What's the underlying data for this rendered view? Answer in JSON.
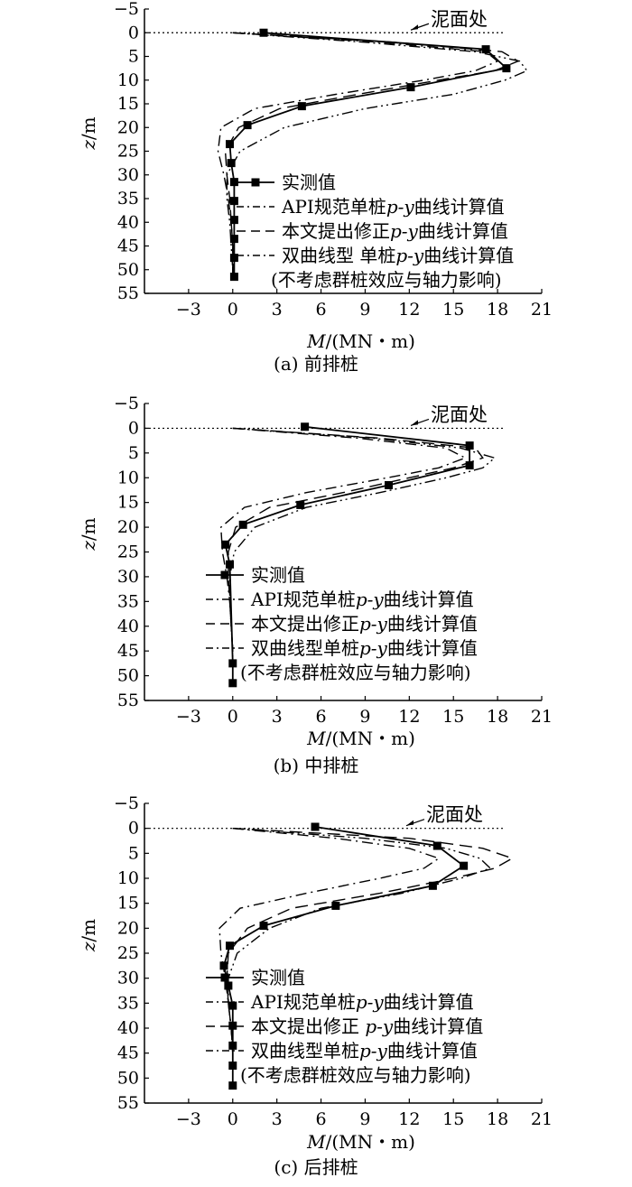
{
  "chart_data": [
    {
      "type": "line",
      "caption": "(a) 前排桩",
      "xlabel_var": "M",
      "xlabel_unit": "/(MN・m)",
      "ylabel_var": "z",
      "ylabel_unit": "/m",
      "xlim": [
        -6,
        21
      ],
      "ylim": [
        -5,
        55
      ],
      "xticks": [
        -3,
        0,
        3,
        6,
        9,
        12,
        15,
        18,
        21
      ],
      "yticks": [
        -5,
        0,
        5,
        10,
        15,
        20,
        25,
        30,
        35,
        40,
        45,
        50,
        55
      ],
      "y_inverted": true,
      "mudline": {
        "z": 0,
        "label": "泥面处"
      },
      "legend_position": "lower-center",
      "legend_note": "(不考虑群桩效应与轴力影响)",
      "series": [
        {
          "name": "实测值",
          "style": "solid-square",
          "x": [
            2.1,
            17.2,
            18.6,
            12.1,
            4.7,
            1.0,
            -0.2,
            -0.1,
            0.1,
            0.1,
            0.1,
            0.1,
            0.1,
            0.1
          ],
          "z": [
            0,
            3.5,
            7.5,
            11.5,
            15.5,
            19.5,
            23.5,
            27.5,
            31.5,
            35.5,
            39.5,
            43.5,
            47.5,
            51.5
          ]
        },
        {
          "name_pre": "API规范单桩",
          "name_var": "p-y",
          "name_post": "曲线计算值",
          "style": "dash-dot",
          "x": [
            0.0,
            10.0,
            17.2,
            18.0,
            16.5,
            13.0,
            7.0,
            1.5,
            -0.8,
            -1.0,
            -0.6,
            -0.3,
            -0.1,
            0.0,
            0.0,
            0.0
          ],
          "z": [
            0,
            2,
            4,
            6,
            8,
            10,
            13,
            16,
            20,
            25,
            30,
            35,
            40,
            45,
            50,
            52
          ]
        },
        {
          "name_pre": "本文提出修正",
          "name_var": "p-y",
          "name_post": "曲线计算值",
          "style": "dashed",
          "x": [
            0.0,
            11.0,
            18.3,
            19.4,
            17.8,
            14.0,
            8.5,
            3.2,
            0.4,
            -0.5,
            -0.4,
            -0.2,
            -0.1,
            0.0,
            0.0,
            0.0
          ],
          "z": [
            0,
            2,
            4,
            6,
            8,
            10,
            13,
            16,
            20,
            25,
            30,
            35,
            40,
            45,
            50,
            52
          ]
        },
        {
          "name_pre": "双曲线型 单桩",
          "name_var": "p-y",
          "name_post": "曲线计算值",
          "style": "dash-dot-dot",
          "x": [
            0.0,
            9.0,
            16.5,
            19.5,
            20.0,
            18.5,
            15.0,
            9.0,
            3.5,
            0.5,
            -0.4,
            -0.4,
            -0.2,
            -0.1,
            0.0,
            0.0
          ],
          "z": [
            0,
            2,
            4,
            6,
            8,
            10,
            13,
            16,
            20,
            25,
            30,
            35,
            40,
            45,
            50,
            52
          ]
        }
      ]
    },
    {
      "type": "line",
      "caption": "(b) 中排桩",
      "xlabel_var": "M",
      "xlabel_unit": "/(MN・m)",
      "ylabel_var": "z",
      "ylabel_unit": "/m",
      "xlim": [
        -6,
        21
      ],
      "ylim": [
        -5,
        55
      ],
      "xticks": [
        -3,
        0,
        3,
        6,
        9,
        12,
        15,
        18,
        21
      ],
      "yticks": [
        -5,
        0,
        5,
        10,
        15,
        20,
        25,
        30,
        35,
        40,
        45,
        50,
        55
      ],
      "y_inverted": true,
      "mudline": {
        "z": 0,
        "label": "泥面处"
      },
      "legend_position": "lower-center",
      "legend_note": "(不考虑群桩效应与轴力影响)",
      "series": [
        {
          "name": "实测值",
          "style": "solid-square",
          "x": [
            4.9,
            16.1,
            16.1,
            10.6,
            4.6,
            0.7,
            -0.5,
            -0.2,
            0.0,
            0.0
          ],
          "z": [
            -0.3,
            3.5,
            7.5,
            11.5,
            15.5,
            19.5,
            23.5,
            27.5,
            47.5,
            51.5
          ]
        },
        {
          "name_pre": "API规范单桩",
          "name_var": "p-y",
          "name_post": "曲线计算值",
          "style": "dash-dot",
          "x": [
            0.0,
            8.5,
            14.5,
            15.8,
            14.0,
            10.5,
            5.0,
            0.8,
            -0.8,
            -0.7,
            -0.4,
            -0.2,
            -0.1,
            0.0,
            0.0,
            0.0
          ],
          "z": [
            0,
            2,
            4,
            6,
            8,
            10,
            13,
            16,
            20,
            25,
            30,
            35,
            40,
            45,
            50,
            52
          ]
        },
        {
          "name_pre": "本文提出修正",
          "name_var": "p-y",
          "name_post": "曲线计算值",
          "style": "dashed",
          "x": [
            0.0,
            10.0,
            16.5,
            17.0,
            15.0,
            12.0,
            7.5,
            2.5,
            0.2,
            -0.3,
            -0.3,
            -0.2,
            -0.1,
            0.0,
            0.0,
            0.0
          ],
          "z": [
            0,
            2,
            4,
            6,
            8,
            10,
            13,
            16,
            20,
            25,
            30,
            35,
            40,
            45,
            50,
            52
          ]
        },
        {
          "name_pre": "双曲线型单桩",
          "name_var": "p-y",
          "name_post": "曲线计算值",
          "style": "dash-dot-dot",
          "x": [
            0.0,
            9.5,
            15.5,
            17.8,
            17.0,
            14.5,
            10.0,
            5.0,
            1.5,
            0.1,
            -0.2,
            -0.2,
            -0.1,
            0.0,
            0.0,
            0.0
          ],
          "z": [
            0,
            2,
            4,
            6,
            8,
            10,
            13,
            16,
            20,
            25,
            30,
            35,
            40,
            45,
            50,
            52
          ]
        }
      ]
    },
    {
      "type": "line",
      "caption": "(c) 后排桩",
      "xlabel_var": "M",
      "xlabel_unit": "/(MN・m)",
      "ylabel_var": "z",
      "ylabel_unit": "/m",
      "xlim": [
        -6,
        21
      ],
      "ylim": [
        -5,
        55
      ],
      "xticks": [
        -3,
        0,
        3,
        6,
        9,
        12,
        15,
        18,
        21
      ],
      "yticks": [
        -5,
        0,
        5,
        10,
        15,
        20,
        25,
        30,
        35,
        40,
        45,
        50,
        55
      ],
      "y_inverted": true,
      "mudline": {
        "z": 0,
        "label": "泥面处"
      },
      "legend_position": "lower-center",
      "legend_note": "(不考虑群桩效应与轴力影响)",
      "series": [
        {
          "name": "实测值",
          "style": "solid-square",
          "x": [
            5.6,
            13.9,
            15.7,
            13.6,
            7.0,
            2.1,
            -0.2,
            -0.6,
            -0.3,
            0.0,
            0.0,
            0.0,
            0.0,
            0.0
          ],
          "z": [
            -0.3,
            3.5,
            7.5,
            11.5,
            15.5,
            19.5,
            23.5,
            27.5,
            31.5,
            35.5,
            39.5,
            43.5,
            47.5,
            51.5
          ]
        },
        {
          "name_pre": "API规范单桩",
          "name_var": "p-y",
          "name_post": "曲线计算值",
          "style": "dash-dot",
          "x": [
            0.0,
            7.0,
            12.0,
            14.0,
            13.0,
            10.0,
            5.0,
            0.5,
            -0.9,
            -0.8,
            -0.5,
            -0.3,
            -0.1,
            0.0,
            0.0,
            0.0
          ],
          "z": [
            0,
            2,
            4,
            6,
            8,
            10,
            13,
            16,
            20,
            25,
            30,
            35,
            40,
            45,
            50,
            52
          ]
        },
        {
          "name_pre": "本文提出修正 ",
          "name_var": "p-y",
          "name_post": "曲线计算值",
          "style": "dashed",
          "x": [
            0.0,
            12.0,
            17.0,
            19.0,
            17.8,
            15.0,
            10.0,
            4.0,
            1.0,
            -0.3,
            -0.4,
            -0.3,
            -0.1,
            0.0,
            0.0,
            0.0
          ],
          "z": [
            0,
            2,
            4,
            6,
            8,
            10,
            13,
            16,
            20,
            25,
            30,
            35,
            40,
            45,
            50,
            52
          ]
        },
        {
          "name_pre": "双曲线型单桩",
          "name_var": "p-y",
          "name_post": "曲线计算值",
          "style": "dash-dot-dot",
          "x": [
            0.0,
            9.0,
            14.5,
            16.8,
            17.5,
            15.5,
            11.5,
            6.0,
            2.5,
            0.3,
            -0.3,
            -0.3,
            -0.1,
            0.0,
            0.0,
            0.0
          ],
          "z": [
            0,
            2,
            4,
            6,
            8,
            10,
            13,
            16,
            20,
            25,
            30,
            35,
            40,
            45,
            50,
            52
          ]
        }
      ]
    }
  ]
}
